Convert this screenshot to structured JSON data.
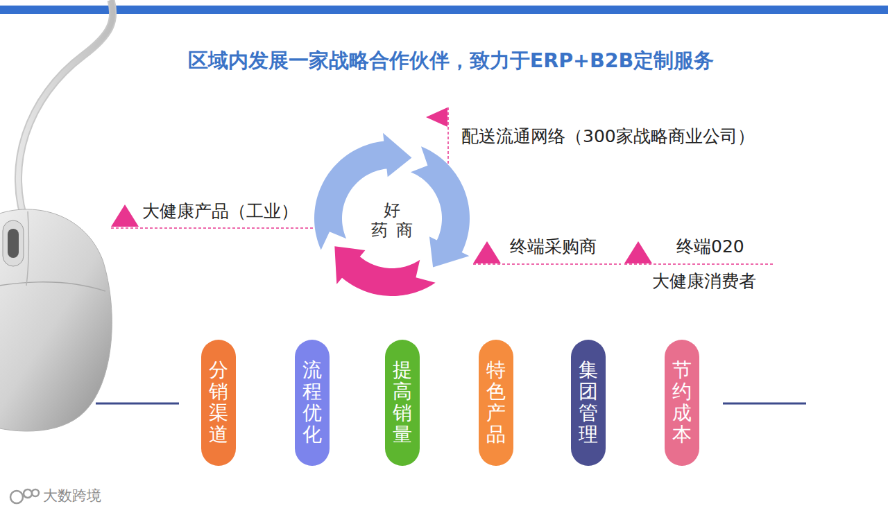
{
  "diagram": {
    "title": "区域内发展一家战略合作伙伴，致力于ERP+B2B定制服务",
    "nodes": [
      {
        "text": [
          "好 药 商"
        ]
      },
      {
        "text": [
          "分销渠道"
        ]
      },
      {
        "text": [
          "流程优化"
        ]
      },
      {
        "text": [
          "提高销量"
        ]
      },
      {
        "text": [
          "特色产品"
        ]
      },
      {
        "text": [
          "集团管理"
        ]
      },
      {
        "text": [
          "节约成本"
        ]
      }
    ],
    "labels": [
      "配送流通网络（300家战略商业公司）",
      "大健康产品（工业）",
      "终端采购商",
      "终端020",
      "大健康消费者",
      "大数跨境"
    ]
  }
}
